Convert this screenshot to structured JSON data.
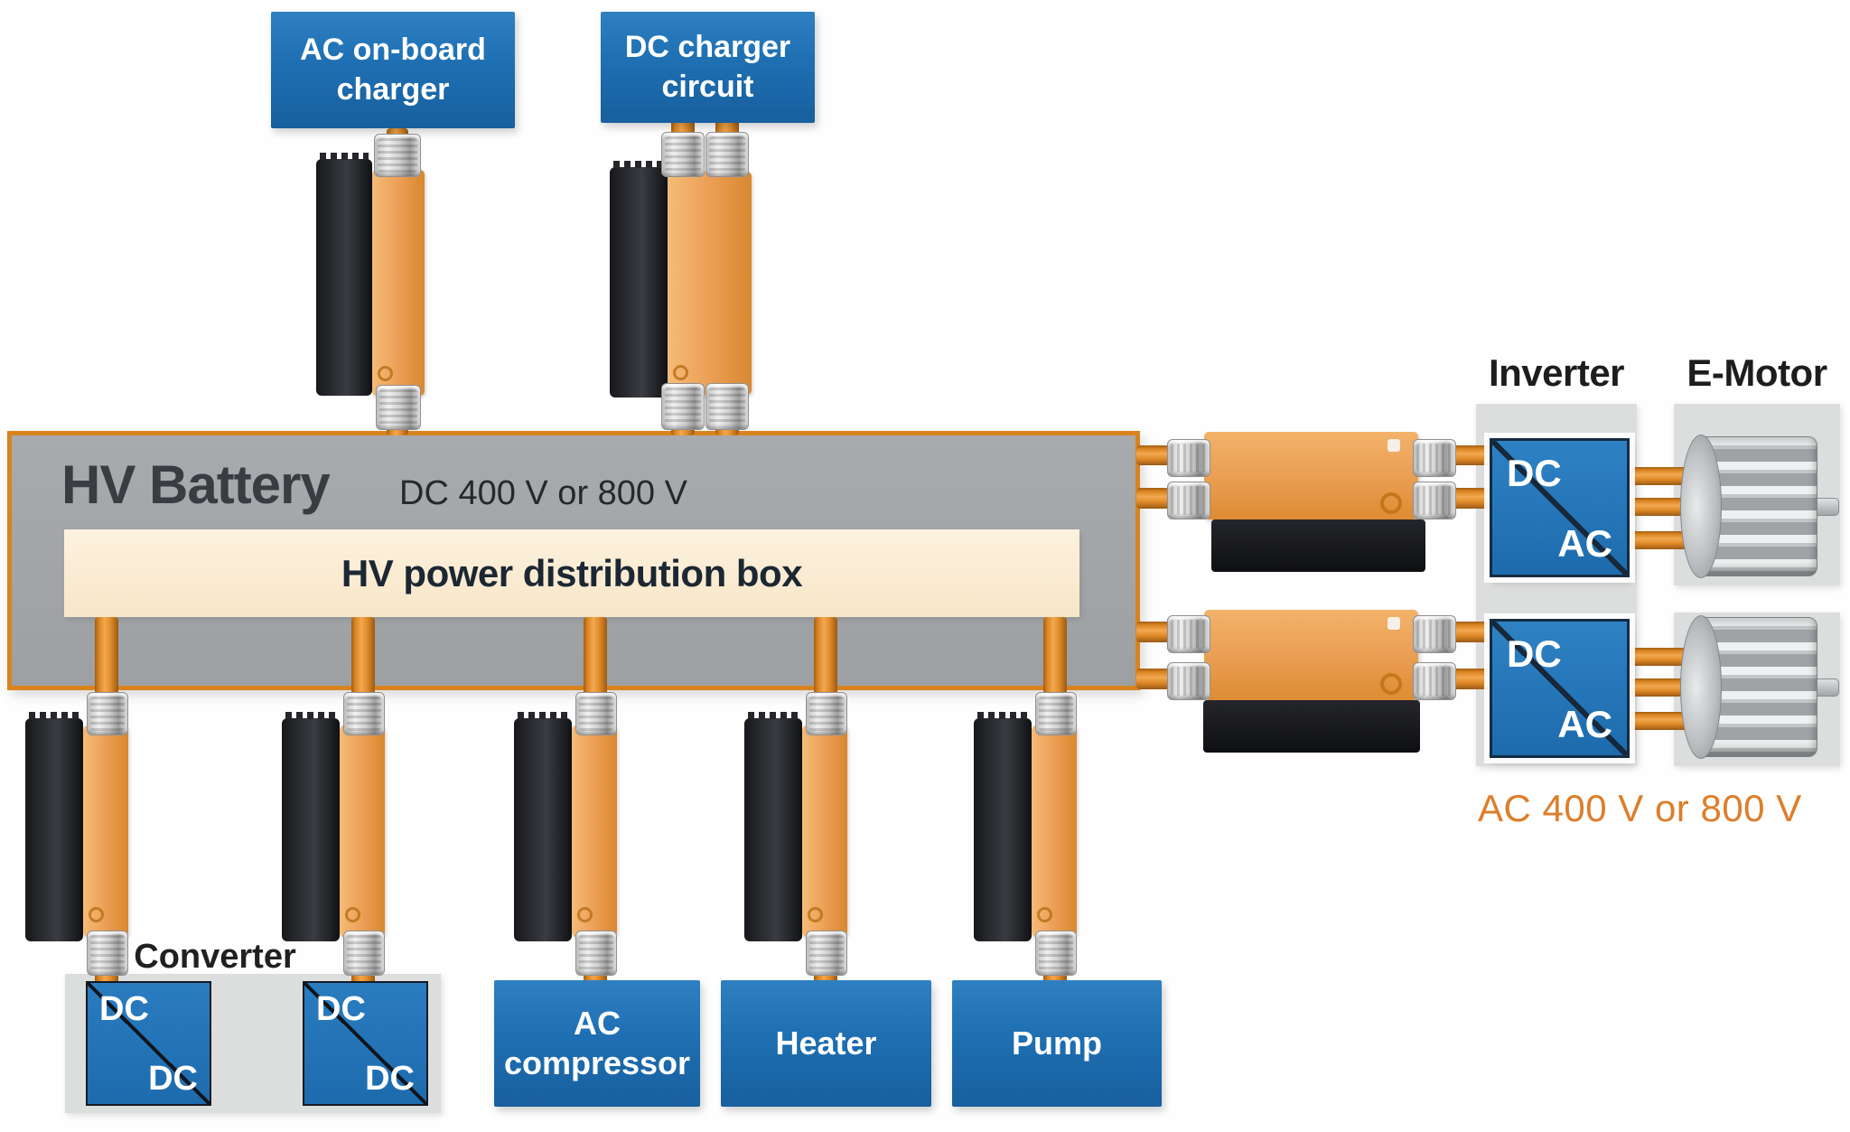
{
  "colors": {
    "box_blue": "#1e6fb2",
    "cable_orange": "#e08a28",
    "component_orange": "#eda159",
    "battery_gray": "#a4a7aa",
    "battery_border_orange": "#d9831f",
    "distribution_cream": "#fbeed8",
    "panel_gray": "#dcdddd",
    "dark_text": "#2b2f33",
    "orange_text": "#dd7e2a"
  },
  "chargers": {
    "ac_onboard": "AC on-board charger",
    "dc_circuit": "DC charger circuit"
  },
  "battery": {
    "title": "HV Battery",
    "voltage": "DC 400 V or 800 V",
    "distribution_box": "HV power distribution box"
  },
  "converter": {
    "label": "Converter",
    "box1_top": "DC",
    "box1_bottom": "DC",
    "box2_top": "DC",
    "box2_bottom": "DC"
  },
  "loads": {
    "compressor": "AC compressor",
    "heater": "Heater",
    "pump": "Pump"
  },
  "drive": {
    "inverter_label": "Inverter",
    "emotor_label": "E-Motor",
    "ac_voltage": "AC 400 V or 800 V",
    "inv1_dc": "DC",
    "inv1_ac": "AC",
    "inv2_dc": "DC",
    "inv2_ac": "AC"
  }
}
